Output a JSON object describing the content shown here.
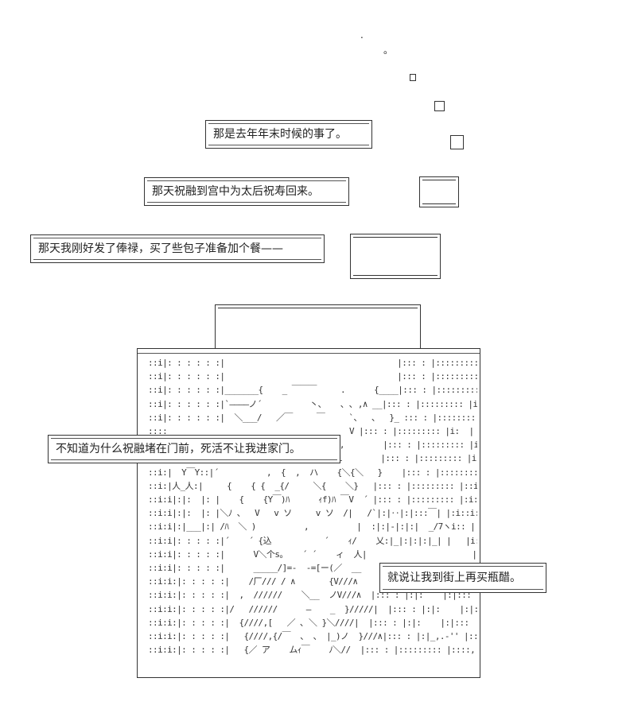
{
  "captions": {
    "line1": "那是去年年末时候的事了。",
    "line2": "那天祝融到宫中为太后祝寿回来。",
    "line3": "那天我刚好发了俸禄，买了些包子准备加个餐——",
    "line4": "不知道为什么祝融堵在门前，死活不让我进家门。",
    "line5": "就说让我到街上再买瓶醋。"
  },
  "thought_marks": {
    "dot": ".",
    "circle": "。"
  },
  "ascii_art": " ::i|: : : : : :|                                    |::: : |::::::::: |    |\n ::i|: : : : : :|                                    |::: : |::::::::: |i   |\n ::i|: : : : : :|_______{    _ ￣￣￣     .      {____|::: : |::::::::: |i   |\n ::i|: : : : : :|`――――ノ´          丶、   ､ ､ ,∧ __|::: : |::::::::: |i:  |\n ::i|: : : : : :|  ＼___/   ／￣     ￣     `、  、  }_ ::: : |::::::::: |i:  |\n ::::                                      V |::: : |::::::::: |i:  |\n ::i:|: : : : : :|          ,    ,       ,        |::: : |::::::::: |i:  |\n ::::|: : : : : :|       ´   、、         i        |::: : |::::::::: |i:i |\n ::i:|  Y￣Y::|´          ,  {  ,  ハ    {＼{＼   }    |::: : |::::::::: |:i  |\n ::i:|人_人:|     {    { {  _{/     ＼{    ＼}   |::: : |::::::::: |::i: |\n ::i:i|:|:  |: |    {    {Y￣)ﾊ      ｨf)ﾊ ￣V  ´ |::: : |::::::::: |:i:i |\n ::i:i|:|:  |: |＼ﾉ 、  V   v ソ     v ソ  /|   /`|:|‥|:|:::￣| |:i::i: |\n ::i:i|:|___|:| /ﾊ  ＼ )          ,          |  :|:|-|:|:|  _/7ヽi:: |\n ::i:i|: : : : :|´    ´ {込           ´    ｨ/    乂:|_|:|:|:|_| |   |i: |\n ::i:i|: : : : :|      V＼个s。   ´ ´    ィ  人|                      |\n ::i:i|: : : : :|      _____/]=-  -=[ー(／  __                        |\n ::i:i:|: : : : :|    /厂/// / ∧       {V///∧                       |\n ::i:i:|: : : : :|  ,  //////    ＼__  ノV///∧  |::: : |:|:    |:|:::  |\n ::i:i:|: : : : :|/   //////      ―    _  }/////|  |::: : |:|:    |:|:::  |\n ::i:i:|: : : : :|  {////,[   ／ ､ ＼ }＼////|  |::: : |:|:    |:|:::  |\n ::i:i:|: : : : :|   {////,{/￣  、 、 |_)ノ  }///∧|::: : |:|_,.-'' |:::  |\n ::i:i:|: : : : :|   {／ ア    ムｨ￣    ﾉ＼//  |::: : |::::::::: |::::,  |"
}
